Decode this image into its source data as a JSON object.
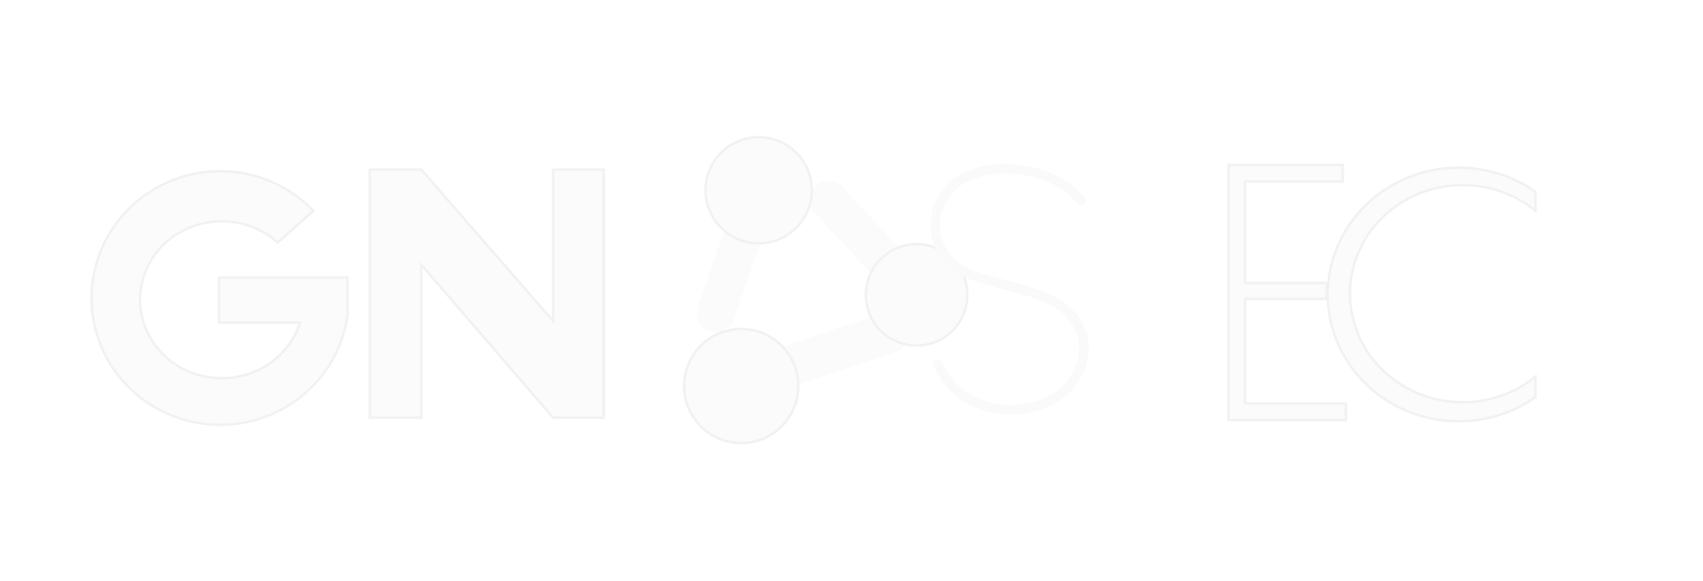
{
  "logo": {
    "text": "GNOSEC",
    "left_text": "GN",
    "right_text": "SEC",
    "icon": "molecule-node-icon",
    "colors": {
      "background": "#ffffff",
      "fill": "#fbfbfb",
      "stroke": "#f1f1f1"
    }
  }
}
